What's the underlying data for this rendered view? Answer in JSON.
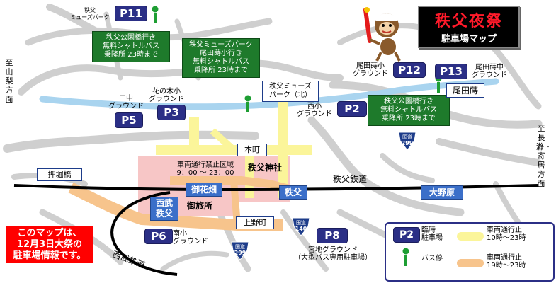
{
  "title": {
    "main": "秩父夜祭",
    "sub": "駐車場マップ"
  },
  "directions": {
    "yamanashi": "至山梨方面",
    "nagatoro": "至長瀞・寄居方面"
  },
  "parking": {
    "p11": {
      "id": "P11",
      "name": "秩父\nミューズパーク"
    },
    "p3": {
      "id": "P3",
      "name": "花の木小\nグラウンド"
    },
    "p5": {
      "id": "P5",
      "name": "二中\nグラウンド"
    },
    "p2": {
      "id": "P2",
      "name": "西小\nグラウンド"
    },
    "p12": {
      "id": "P12",
      "name": "尾田蒔小\nグラウンド"
    },
    "p13": {
      "id": "P13",
      "name": "尾田蒔中\nグラウンド"
    },
    "p6": {
      "id": "P6",
      "name": "南小\nグラウンド"
    },
    "p8": {
      "id": "P8",
      "name": "宮地グラウンド\n（大型バス専用駐車場）"
    }
  },
  "shuttles": {
    "s1": "秩父公園橋行き\n無料シャトルバス\n乗降所 23時まで",
    "s2": "秩父ミューズパーク\n尾田蒔小行き\n無料シャトルバス\n乗降所 23時まで",
    "s3": "秩父公園橋行き\n無料シャトルバス\n乗降所 23時まで"
  },
  "places": {
    "muse_north": "秩父ミューズ\nパーク（北）",
    "honmachi": "本町",
    "odamaki": "尾田蒔",
    "oshihoribashi": "押堀橋",
    "uenomachi": "上野町",
    "restricted": "車両通行禁止区域\n9：00 ～ 23：00",
    "shrine": "秩父神社",
    "ohanabatake": "御花畑",
    "otabisho": "御旅所",
    "chichibu_railway": "秩父鉄道",
    "seibu_railway": "西武鉄道",
    "station_chichibu": "秩父",
    "station_ohanabatake_lbl": "御花畑",
    "station_seibu": "西武\n秩父",
    "station_onohara": "大野原"
  },
  "routes": {
    "r299a": {
      "kind": "国道",
      "num": "299"
    },
    "r299b": {
      "kind": "国道",
      "num": "299"
    },
    "r140": {
      "kind": "国道",
      "num": "140"
    }
  },
  "note": "このマップは、\n12月3日大祭の\n駐車場情報です。",
  "legend": {
    "p_label": "P2",
    "p_text": "臨時\n駐車場",
    "bus_text": "バス停",
    "yellow_text": "車両通行止\n10時～23時",
    "orange_text": "車両通行止\n19時～23時"
  },
  "colors": {
    "road": "#cfcfcf",
    "river": "#a9d4ef",
    "restricted_zone": "#f7c6c6",
    "yellow_closure": "#fbf59a",
    "orange_closure": "#f7c48c",
    "parking": "#2b2f86",
    "shuttle_box": "#1e7a2b",
    "route_shield": "#1d3c8a",
    "note_bg": "#ff0000"
  },
  "icons": {
    "bus_stop": "bus-stop-icon",
    "mascot": "mascot-icon"
  }
}
